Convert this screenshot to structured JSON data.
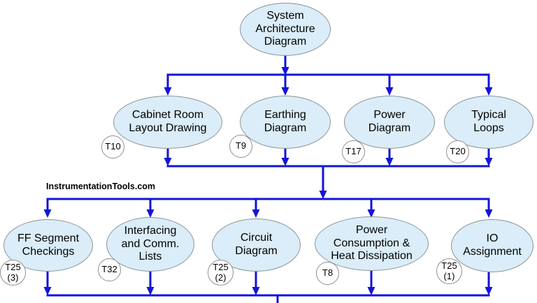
{
  "watermark": "InstrumentationTools.com",
  "colors": {
    "line": "#1414d6",
    "node-fill": "#daedf8",
    "node-border": "#8c9499",
    "tag-fill": "#ffffff",
    "tag-border": "#909090",
    "text": "#000000",
    "background": "#ffffff"
  },
  "nodes": {
    "root": {
      "label": "System\nArchitecture\nDiagram"
    },
    "row2": [
      {
        "label": "Cabinet Room\nLayout Drawing",
        "tag": "T10"
      },
      {
        "label": "Earthing\nDiagram",
        "tag": "T9"
      },
      {
        "label": "Power\nDiagram",
        "tag": "T17"
      },
      {
        "label": "Typical\nLoops",
        "tag": "T20"
      }
    ],
    "row3": [
      {
        "label": "FF Segment\nCheckings",
        "tag": "T25\n(3)"
      },
      {
        "label": "Interfacing\nand Comm.\nLists",
        "tag": "T32"
      },
      {
        "label": "Circuit\nDiagram",
        "tag": "T25\n(2)"
      },
      {
        "label": "Power\nConsumption &\nHeat Dissipation",
        "tag": "T8"
      },
      {
        "label": "IO\nAssignment",
        "tag": "T25\n(1)"
      }
    ]
  }
}
